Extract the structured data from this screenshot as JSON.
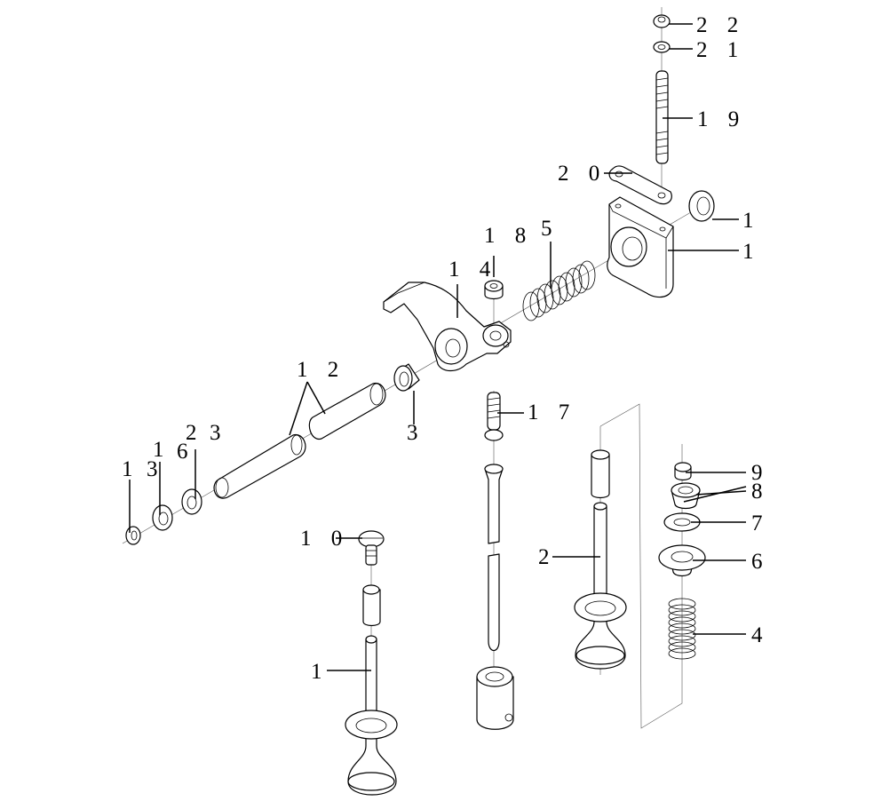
{
  "callouts": {
    "c22": "2 2",
    "c21": "2 1",
    "c19": "1 9",
    "c20": "2 0",
    "c1_upper_a": "1",
    "c1_upper_b": "1",
    "c18": "1 8",
    "c5": "5",
    "c14": "1 4",
    "c12": "1 2",
    "c3_mid": "3",
    "c17": "1 7",
    "c2_left": "2",
    "c3_left": "3",
    "c16_a": "1",
    "c16_b": "6",
    "c13_a": "1",
    "c13_b": "3",
    "c10": "1 0",
    "c1_valve": "1",
    "c2_valve": "2",
    "c9": "9",
    "c8": "8",
    "c7": "7",
    "c6": "6",
    "c4": "4"
  },
  "parts": [
    "nut",
    "washer",
    "stud",
    "plate",
    "bushing-ring",
    "rocker-bracket",
    "nut-small",
    "rocker-spring",
    "rocker-arm",
    "bushing",
    "rocker-shaft",
    "rocker-shaft-rear",
    "washer-large",
    "spring-washer",
    "circlip",
    "adjusting-screw",
    "push-rod",
    "tappet",
    "valve-cap",
    "intake-valve",
    "exhaust-valve",
    "valve-seal",
    "spring-retainer",
    "spring-seat",
    "valve-spring",
    "collet",
    "cap"
  ]
}
